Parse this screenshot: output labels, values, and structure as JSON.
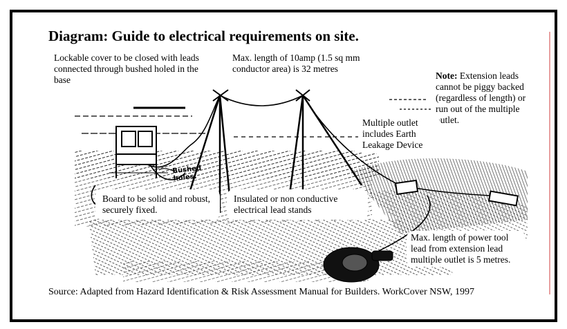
{
  "title": "Diagram: Guide to electrical requirements on site.",
  "labels": {
    "lockable_cover": "Lockable cover to be closed with leads connected through bushed holed in the base",
    "max_length_lead": "Max. length of 10amp (1.5 sq mm conductor area) is 32 metres",
    "note_prefix": "Note:",
    "note_text": " Extension leads cannot be piggy backed (regardless of length) or run out of the multiple outlet.",
    "multiple_outlet": "Multiple outlet includes Earth Leakage Device",
    "board": "Board to be solid and robust, securely fixed.",
    "insulated_stands": "Insulated or non conductive electrical lead stands",
    "power_tool_lead": "Max. length of power tool lead from extension lead multiple outlet is 5 metres."
  },
  "sketch_text": {
    "bushed_holes": "Bushed holes."
  },
  "source": "Source: Adapted from Hazard Identification & Risk Assessment Manual for Builders. WorkCover NSW, 1997"
}
